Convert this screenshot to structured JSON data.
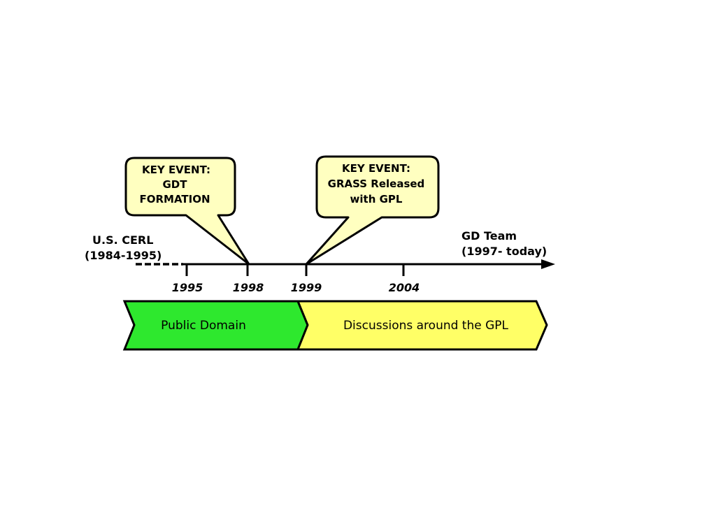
{
  "events": [
    {
      "title": "KEY EVENT:",
      "lines": [
        "GDT",
        "FORMATION"
      ],
      "year": "1998",
      "fill": "#ffffc0"
    },
    {
      "title": "KEY EVENT:",
      "lines": [
        "GRASS Released",
        "with GPL"
      ],
      "year": "1999",
      "fill": "#ffffc0"
    }
  ],
  "left_label": {
    "name": "U.S. CERL",
    "period": "(1984-1995)"
  },
  "right_label": {
    "name": "GD Team",
    "period": "(1997- today)"
  },
  "ticks": [
    "1995",
    "1998",
    "1999",
    "2004"
  ],
  "phases": [
    {
      "label": "Public Domain",
      "color": "#2ee82e"
    },
    {
      "label": "Discussions around the GPL",
      "color": "#ffff66"
    }
  ]
}
